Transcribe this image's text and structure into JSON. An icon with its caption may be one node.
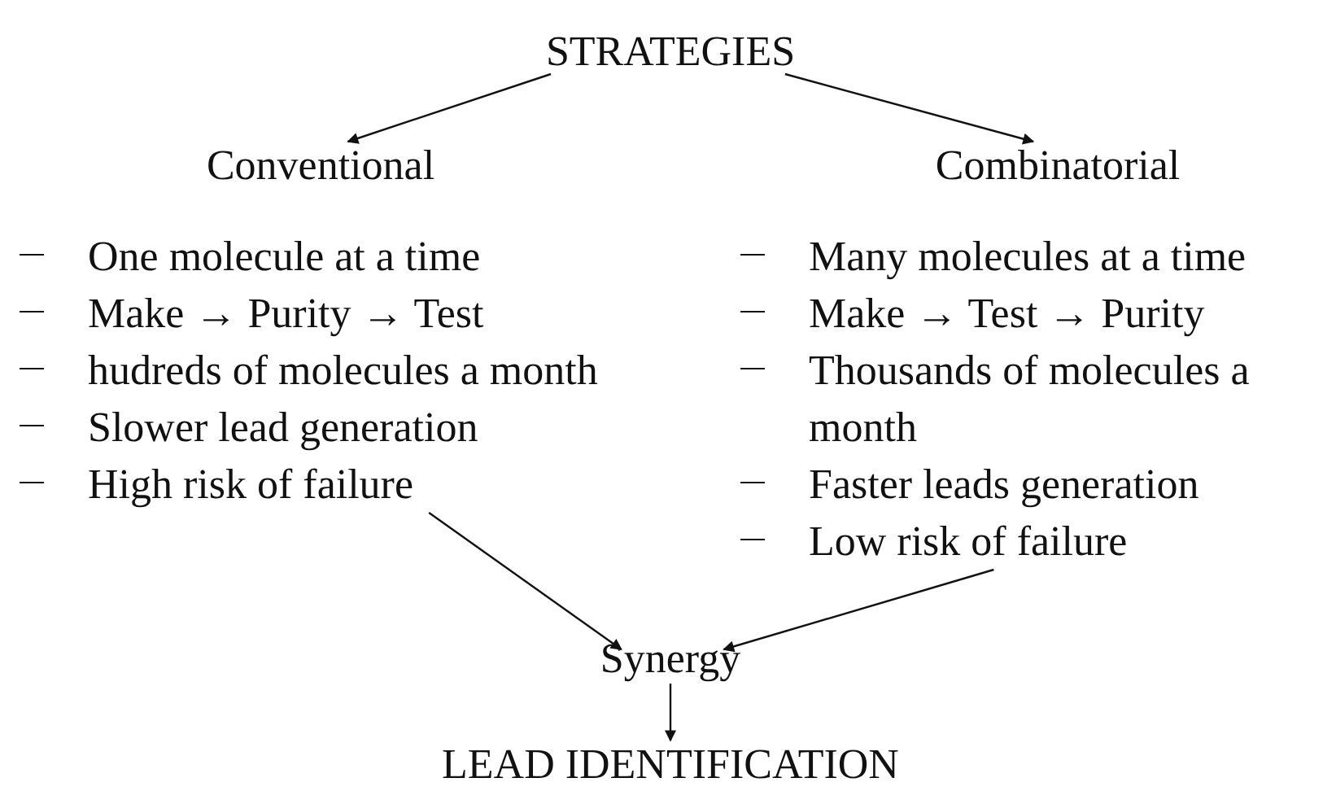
{
  "diagram": {
    "nodes": [
      {
        "text": [
          "STRATEGIES"
        ]
      },
      {
        "text": [
          "Conventional"
        ]
      },
      {
        "text": [
          "Combinatorial"
        ]
      },
      {
        "text": [
          "One molecule at a time",
          "Make → Purity → Test",
          "hudreds of molecules a month",
          "Slower lead generation",
          "High risk of failure"
        ]
      },
      {
        "text": [
          "Many molecules at a time",
          "Make → Test → Purity",
          "Thousands of molecules a month",
          "Faster leads generation",
          "Low risk of failure"
        ]
      },
      {
        "text": [
          "Synergy"
        ]
      },
      {
        "text": [
          "LEAD IDENTIFICATION"
        ]
      }
    ],
    "edges": [
      {
        "from": 0,
        "to": 1,
        "arrow": "to"
      },
      {
        "from": 0,
        "to": 2,
        "arrow": "to"
      },
      {
        "from": 3,
        "to": 5,
        "arrow": "to"
      },
      {
        "from": 4,
        "to": 5,
        "arrow": "to"
      },
      {
        "from": 5,
        "to": 6,
        "arrow": "to"
      }
    ]
  }
}
